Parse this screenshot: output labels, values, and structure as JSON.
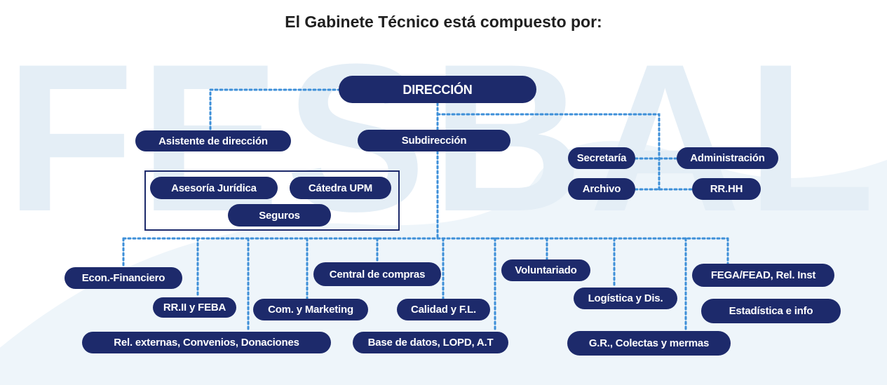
{
  "title": "El Gabinete Técnico está compuesto por:",
  "watermark": {
    "text": "FESBAL",
    "color": "#e4eef6"
  },
  "colors": {
    "node": "#1d2a6b",
    "connector": "#3d8fd8",
    "text": "#ffffff"
  },
  "nodes": {
    "direccion": "DIRECCIÓN",
    "asistente": "Asistente de dirección",
    "subdireccion": "Subdirección",
    "secretaria": "Secretaría",
    "administracion": "Administración",
    "archivo": "Archivo",
    "rrhh": "RR.HH",
    "asesoria": "Asesoría Jurídica",
    "catedra": "Cátedra UPM",
    "seguros": "Seguros",
    "econ": "Econ.-Financiero",
    "rrii": "RR.II y FEBA",
    "relext": "Rel. externas, Convenios, Donaciones",
    "commkt": "Com. y Marketing",
    "central": "Central de compras",
    "calidad": "Calidad y F.L.",
    "basedatos": "Base de datos, LOPD, A.T",
    "voluntariado": "Voluntariado",
    "logistica": "Logística y Dis.",
    "gr": "G.R., Colectas y mermas",
    "fega": "FEGA/FEAD, Rel. Inst",
    "estadistica": "Estadística e info"
  }
}
